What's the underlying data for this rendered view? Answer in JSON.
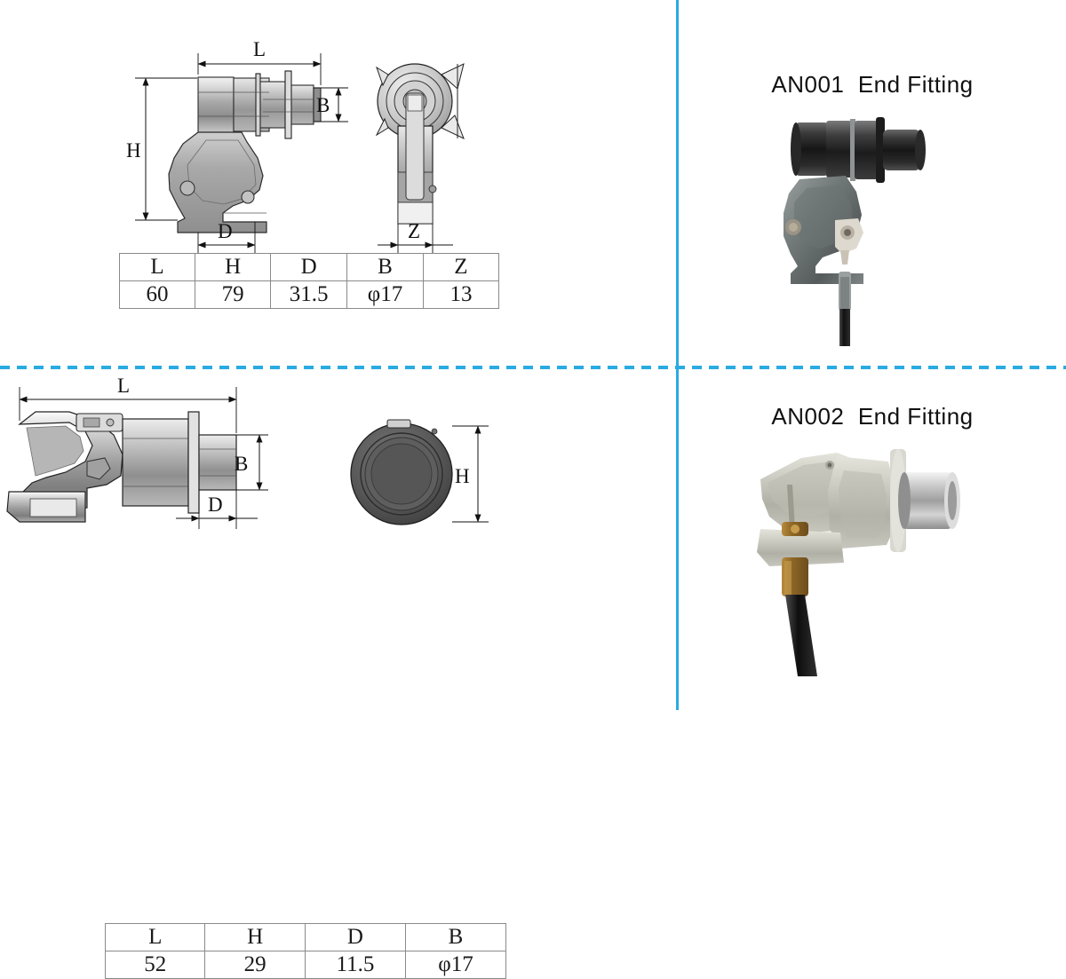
{
  "page": {
    "divider_color": "#29ABE2",
    "background": "#ffffff"
  },
  "products": [
    {
      "code": "AN001",
      "name": "End Fitting",
      "title": "AN001  End Fitting",
      "photo_alt": "black anodized end fitting with lever body and cable",
      "drawing": {
        "views": [
          "side-view",
          "front-view"
        ],
        "dimension_labels": [
          "L",
          "H",
          "D",
          "B",
          "Z"
        ]
      },
      "table": {
        "headers": [
          "L",
          "H",
          "D",
          "B",
          "Z"
        ],
        "values": [
          "60",
          "79",
          "31.5",
          "φ17",
          "13"
        ]
      }
    },
    {
      "code": "AN002",
      "name": "End Fitting",
      "title": "AN002  End Fitting",
      "photo_alt": "light gray end fitting with chrome nozzle, brass gland and black hose",
      "drawing": {
        "views": [
          "side-view",
          "end-view"
        ],
        "dimension_labels": [
          "L",
          "H",
          "D",
          "B"
        ]
      },
      "table": {
        "headers": [
          "L",
          "H",
          "D",
          "B"
        ],
        "values": [
          "52",
          "29",
          "11.5",
          "φ17"
        ]
      }
    }
  ]
}
